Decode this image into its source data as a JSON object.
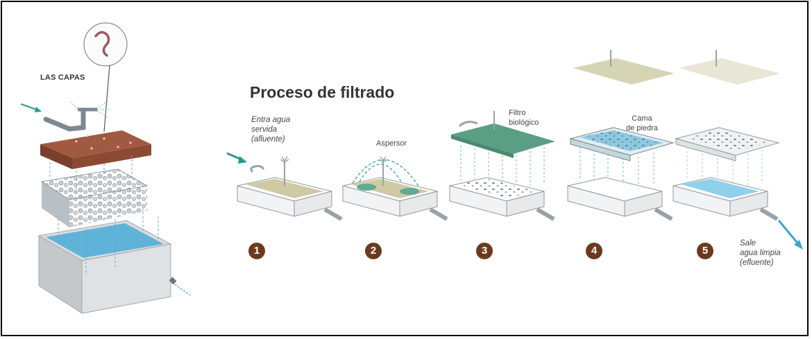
{
  "title": "Proceso de filtrado",
  "left_panel": {
    "heading": "LAS CAPAS"
  },
  "labels": {
    "influent": [
      "Entra agua",
      "servida",
      "(afluente)"
    ],
    "sprinkler": "Aspersor",
    "biofilter": [
      "Filtro",
      "biológico"
    ],
    "stone_bed": [
      "Cama",
      "de piedra"
    ],
    "effluent": [
      "Sale",
      "agua limpia",
      "(efluente)"
    ]
  },
  "steps": [
    "1",
    "2",
    "3",
    "4",
    "5"
  ],
  "colors": {
    "step_badge": "#6b3a1e",
    "water": "#5fb3d9",
    "biofilm": "#4f9a87",
    "soil": "#8a4a33",
    "arrow": "#2a9a8a"
  }
}
